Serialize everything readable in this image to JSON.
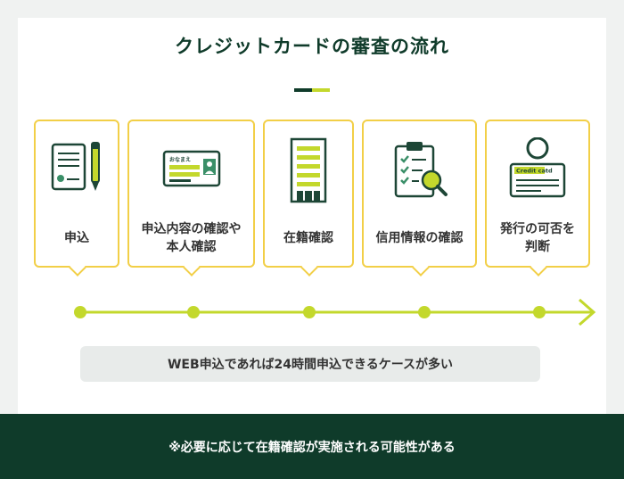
{
  "title": "クレジットカードの審査の流れ",
  "steps": [
    {
      "label": "申込",
      "icon": "application-form-pen-icon"
    },
    {
      "label": "申込内容の確認や\n本人確認",
      "icon": "id-card-icon",
      "card_text": "おなまえ"
    },
    {
      "label": "在籍確認",
      "icon": "office-building-icon"
    },
    {
      "label": "信用情報の確認",
      "icon": "clipboard-checklist-magnifier-icon"
    },
    {
      "label": "発行の可否を\n判断",
      "icon": "credit-card-icon",
      "card_text": "Credit catd"
    }
  ],
  "note": "WEB申込であれば24時間申込できるケースが多い",
  "footer": "※必要に応じて在籍確認が実施される可能性がある",
  "colors": {
    "dark_green": "#0f3b2a",
    "lime": "#c3d82c",
    "yellow_border": "#f2cf47",
    "icon_green": "#3a8f68",
    "icon_dark": "#1d4636"
  }
}
